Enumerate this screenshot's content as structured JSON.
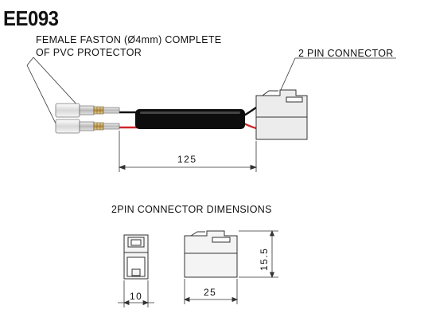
{
  "code": "EE093",
  "faston_label_line1": "FEMALE FASTON (Ø4mm) COMPLETE",
  "faston_label_line2": "OF PVC PROTECTOR",
  "connector_label": "2 PIN CONNECTOR",
  "cable_length": "125",
  "dimensions_title": "2PIN CONNECTOR  DIMENSIONS",
  "width_front": "10",
  "width_side": "25",
  "height_side": "15.5",
  "colors": {
    "wire_red": "#d0262b",
    "wire_black": "#111111",
    "sleeve": "#0d0d0d"
  }
}
